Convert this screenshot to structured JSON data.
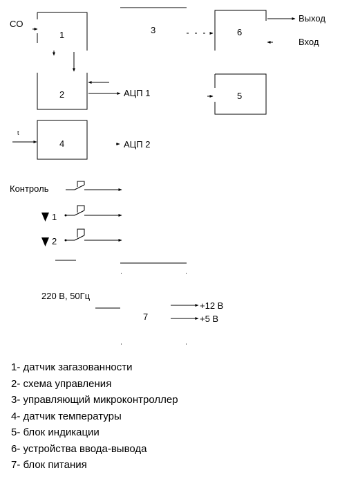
{
  "blocks": [
    {
      "number": "1"
    },
    {
      "number": "2"
    },
    {
      "number": "3"
    },
    {
      "number": "4"
    },
    {
      "number": "5"
    },
    {
      "number": "6"
    },
    {
      "number": "7"
    }
  ],
  "signals": {
    "co": "CO",
    "t": "t",
    "output": "Выход",
    "input": "Вход",
    "adc1": "АЦП 1",
    "adc2": "АЦП 2",
    "control": "Контроль",
    "button1": "1",
    "button2": "2",
    "mains": "220 В, 50Гц",
    "plus12": "+12 В",
    "plus5": "+5 В"
  },
  "legend": [
    "1- датчик загазованности",
    "2- схема управления",
    "3- управляющий микроконтроллер",
    "4- датчик температуры",
    "5- блок индикации",
    "6- устройства ввода-вывода",
    "7- блок питания"
  ]
}
